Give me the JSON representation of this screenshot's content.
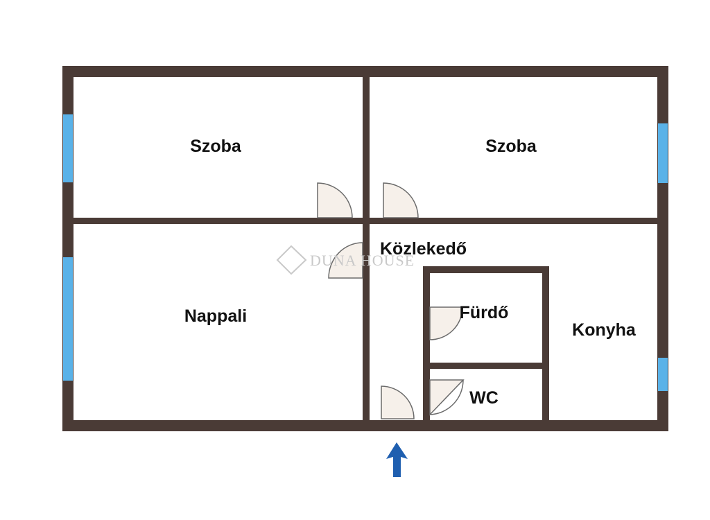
{
  "rooms": {
    "szoba_left": "Szoba",
    "szoba_right": "Szoba",
    "nappali": "Nappali",
    "kozlekedo": "Közlekedő",
    "furdo": "Fürdő",
    "konyha": "Konyha",
    "wc": "WC"
  },
  "watermark": {
    "text": "DUNA HOUSE"
  },
  "colors": {
    "wall": "#4a3b36",
    "window": "#5ab2e8",
    "door_fill": "#f6f0ea",
    "door_stroke": "#6b6b6b",
    "entrance_arrow": "#1f5fb0",
    "watermark": "#c9c9c9",
    "label": "#111111"
  },
  "icons": {
    "entrance": "arrow-up-icon",
    "watermark_logo": "diamond-logo-icon"
  }
}
